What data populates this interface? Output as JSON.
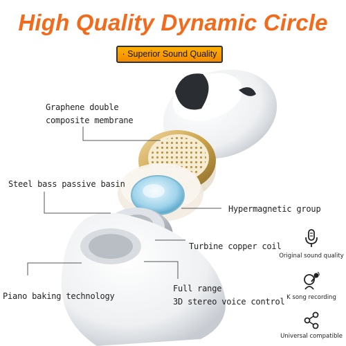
{
  "header": {
    "title": "High Quality Dynamic Circle",
    "badge": "· Superior Sound Quality"
  },
  "callouts": {
    "graphene_line1": "Graphene double",
    "graphene_line2": "composite membrane",
    "steel_bass": "Steel bass passive basin",
    "hypermagnetic": "Hypermagnetic group",
    "turbine": "Turbine copper coil",
    "piano": "Piano baking technology",
    "full_range_line1": "Full range",
    "full_range_line2": "3D stereo voice control"
  },
  "features": [
    {
      "icon": "microphone-icon",
      "label": "Original sound quality"
    },
    {
      "icon": "singing-person-icon",
      "label": "K song recording"
    },
    {
      "icon": "share-nodes-icon",
      "label": "Universal compatible"
    }
  ],
  "colors": {
    "title": "#f26a1b",
    "badge": "#f5a000",
    "gold_ring": "#c9a24a"
  }
}
